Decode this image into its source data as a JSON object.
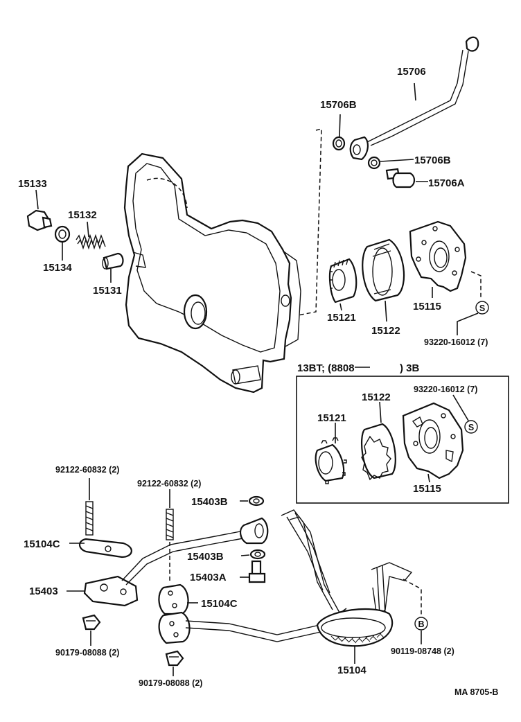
{
  "labels": {
    "p15706": "15706",
    "p15706b_top": "15706B",
    "p15706b_right": "15706B",
    "p15706a": "15706A",
    "p15133": "15133",
    "p15132": "15132",
    "p15134": "15134",
    "p15131": "15131",
    "p15121": "15121",
    "p15122": "15122",
    "p15115": "15115",
    "p93220_top": "93220-16012 (7)",
    "variant_header_a": "13BT; (8808",
    "variant_header_b": ") 3B",
    "p93220_box": "93220-16012 (7)",
    "p15122_box": "15122",
    "p15121_box": "15121",
    "p15115_box": "15115",
    "p92122_left": "92122-60832 (2)",
    "p92122_mid": "92122-60832 (2)",
    "p15403b_top": "15403B",
    "p15104c_left": "15104C",
    "p15403b_mid": "15403B",
    "p15403a": "15403A",
    "p15403": "15403",
    "p15104c_mid": "15104C",
    "p90179_left": "90179-08088 (2)",
    "p90119": "90119-08748 (2)",
    "p15104": "15104",
    "p90179_bottom": "90179-08088 (2)",
    "s_mark_top": "S",
    "s_mark_box": "S",
    "b_mark": "B",
    "drawing_code": "MA  8705-B"
  }
}
